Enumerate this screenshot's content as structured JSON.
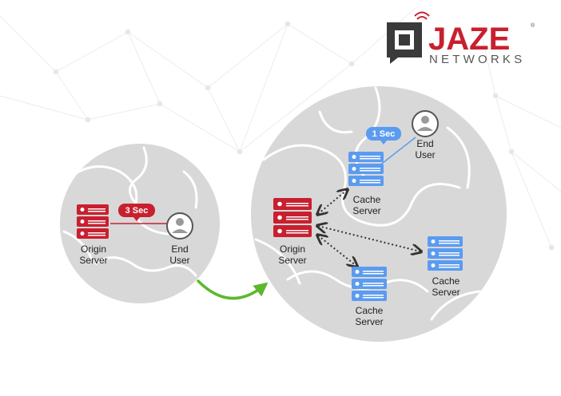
{
  "brand": {
    "name": "JAZE",
    "sub": "NETWORKS",
    "reg": "®",
    "color": "#c8202f"
  },
  "left_diagram": {
    "origin_label": [
      "Origin",
      "Server"
    ],
    "user_label": [
      "End",
      "User"
    ],
    "latency": "3 Sec"
  },
  "right_diagram": {
    "origin_label": [
      "Origin",
      "Server"
    ],
    "user_label": [
      "End",
      "User"
    ],
    "latency": "1 Sec",
    "cache_top_label": [
      "Cache",
      "Server"
    ],
    "cache_right_label": [
      "Cache",
      "Server"
    ],
    "cache_bottom_label": [
      "Cache",
      "Server"
    ]
  },
  "colors": {
    "origin_red": "#c8202f",
    "cache_blue": "#5b9bf0",
    "arrow_green": "#5cb82c",
    "globe": "#d8d8d8"
  }
}
